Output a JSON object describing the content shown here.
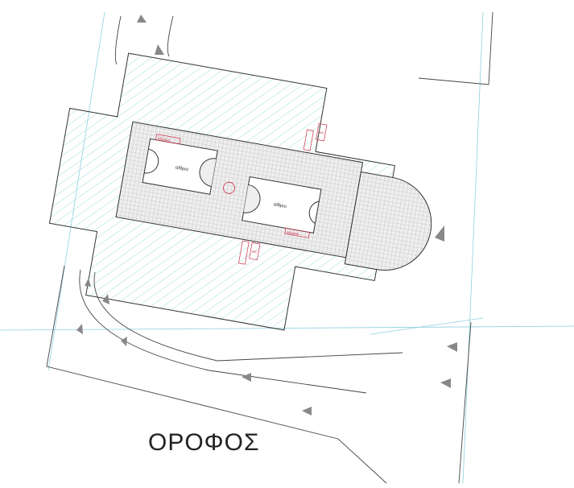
{
  "drawing": {
    "title": "ΟΡΟΦΟΣ",
    "room_label": "αίθριο",
    "stair_label": "κλίμακα",
    "wc_label": "WC",
    "colors": {
      "line": "#333333",
      "hatch": "#9fdcdc",
      "grid": "#b8b8b8",
      "annotation": "#d0304a",
      "guide": "#8fd0e0"
    }
  }
}
